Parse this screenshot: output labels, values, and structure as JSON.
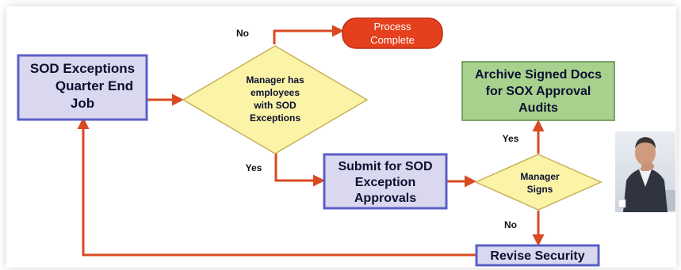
{
  "nodes": {
    "sod_job": [
      "SOD Exceptions",
      "Quarter End",
      "Job"
    ],
    "decision_manager": [
      "Manager has",
      "employees",
      "with SOD",
      "Exceptions"
    ],
    "process_complete": [
      "Process",
      "Complete"
    ],
    "submit_approvals": [
      "Submit for SOD",
      "Exception",
      "Approvals"
    ],
    "decision_signs": [
      "Manager",
      "Signs"
    ],
    "archive_docs": [
      "Archive Signed Docs",
      "for SOX Approval",
      "Audits"
    ],
    "revise_security": [
      "Revise Security"
    ]
  },
  "labels": {
    "no_top": "No",
    "yes_left": "Yes",
    "yes_right": "Yes",
    "no_bottom": "No"
  },
  "colors": {
    "arrow": "#d84a22",
    "process_fill": "#d9d8ee",
    "process_border": "#5b5fc7",
    "decision_fill": "#fbf3a6",
    "decision_border": "#c8b15c",
    "archive_fill": "#a9d18e",
    "archive_border": "#5b8a4a",
    "terminal_fill": "#e5401d",
    "terminal_text": "#ffffff"
  },
  "images": {
    "manager_photo": "businessman-portrait"
  }
}
